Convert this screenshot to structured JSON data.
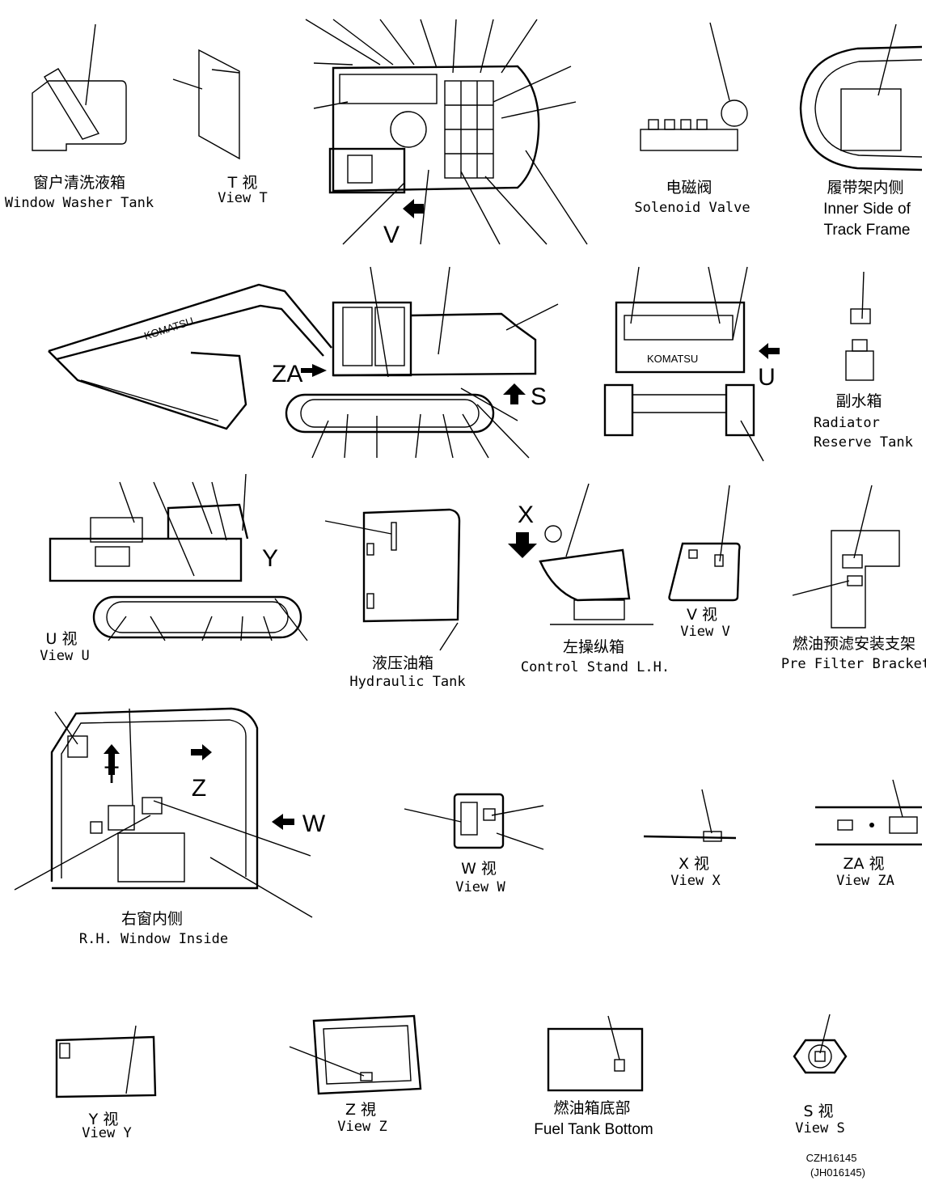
{
  "views": {
    "window_washer_tank": {
      "zh": "窗户清洗液箱",
      "en": "Window Washer Tank"
    },
    "view_t": {
      "zh": "T 视",
      "en": "View T"
    },
    "solenoid_valve": {
      "zh": "电磁阀",
      "en": "Solenoid Valve"
    },
    "track_frame": {
      "zh": "履带架内侧",
      "en1": "Inner Side of",
      "en2": "Track Frame"
    },
    "radiator_reserve": {
      "zh": "副水箱",
      "en1": "Radiator",
      "en2": "Reserve Tank"
    },
    "view_u": {
      "zh": "U 视",
      "en": "View U"
    },
    "hydraulic_tank": {
      "zh": "液压油箱",
      "en": "Hydraulic Tank"
    },
    "control_stand": {
      "zh": "左操纵箱",
      "en": "Control Stand L.H."
    },
    "view_v": {
      "zh": "V 视",
      "en": "View V"
    },
    "pre_filter": {
      "zh": "燃油预滤安装支架",
      "en": "Pre Filter Bracket"
    },
    "rh_window": {
      "zh": "右窗内侧",
      "en": "R.H. Window Inside"
    },
    "view_w": {
      "zh": "W 视",
      "en": "View W"
    },
    "view_x": {
      "zh": "X 视",
      "en": "View X"
    },
    "view_za": {
      "zh": "ZA 视",
      "en": "View ZA"
    },
    "view_y": {
      "zh": "Y 视",
      "en": "View Y"
    },
    "view_z": {
      "zh": "Z 視",
      "en": "View Z"
    },
    "fuel_tank_bottom": {
      "zh": "燃油箱底部",
      "en": "Fuel Tank Bottom"
    },
    "view_s": {
      "zh": "S 视",
      "en": "View S"
    }
  },
  "arrows": {
    "v": "V",
    "za": "ZA",
    "s": "S",
    "u": "U",
    "y": "Y",
    "x": "X",
    "t": "T",
    "z": "Z",
    "w": "W"
  },
  "brand": "KOMATSU",
  "drawing_codes": {
    "primary": "CZH16145",
    "secondary": "(JH016145)"
  }
}
